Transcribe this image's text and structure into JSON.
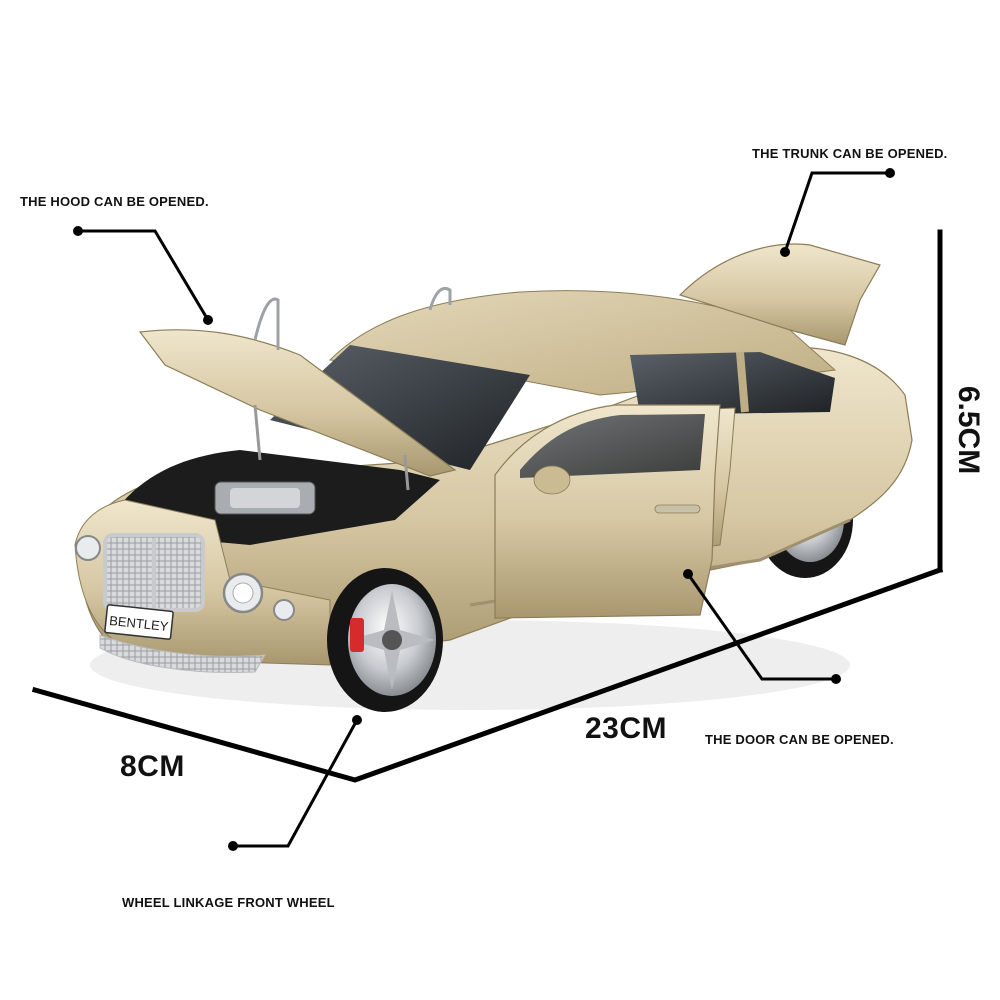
{
  "callouts": {
    "hood": "THE HOOD CAN BE OPENED.",
    "trunk": "THE TRUNK CAN BE OPENED.",
    "door": "THE DOOR CAN BE OPENED.",
    "wheel": "WHEEL LINKAGE FRONT WHEEL"
  },
  "dimensions": {
    "width": "8CM",
    "length": "23CM",
    "height": "6.5CM"
  },
  "car": {
    "plate": "BENTLEY",
    "body_color": "#d6c7a3",
    "shade_color": "#b3a37c",
    "highlight_color": "#efe6cc"
  }
}
